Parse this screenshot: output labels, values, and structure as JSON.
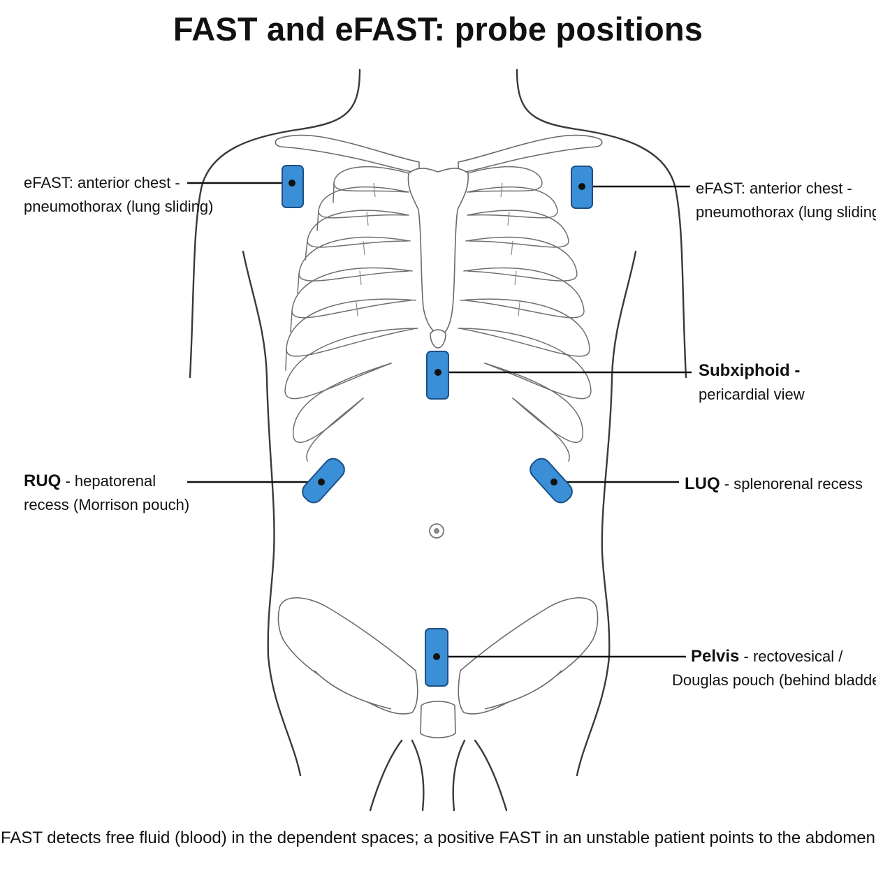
{
  "title": "FAST and eFAST: probe positions",
  "caption": "FAST detects free fluid (blood) in the dependent spaces; a positive FAST in an unstable patient points to the abdomen",
  "colors": {
    "probe": "#3a8fd6",
    "probe_edge": "#1d4f85",
    "outline": "#3a3a3a"
  },
  "labels": {
    "efast_right": {
      "line1": "eFAST: anterior chest -",
      "line2": "pneumothorax (lung sliding)"
    },
    "efast_left": {
      "line1": "eFAST: anterior chest -",
      "line2": "pneumothorax (lung sliding)"
    },
    "subxiphoid": {
      "key": "Subxiphoid -",
      "line2": "pericardial view"
    },
    "ruq": {
      "key": "RUQ",
      "rest": " - hepatorenal",
      "line2": "recess (Morrison pouch)"
    },
    "luq": {
      "key": "LUQ",
      "rest": " - splenorenal recess"
    },
    "pelvis": {
      "key": "Pelvis",
      "rest": " - rectovesical /",
      "line2": "Douglas pouch (behind bladder)"
    }
  }
}
